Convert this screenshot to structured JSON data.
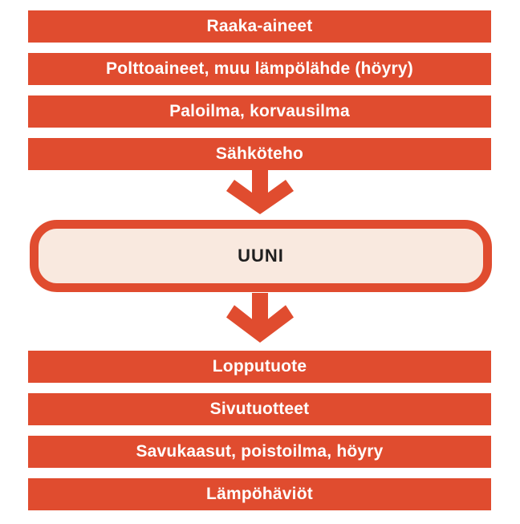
{
  "diagram": {
    "inputs": [
      {
        "label": "Raaka-aineet"
      },
      {
        "label": "Polttoaineet, muu lämpölähde (höyry)"
      },
      {
        "label": "Paloilma, korvausilma"
      },
      {
        "label": "Sähköteho"
      }
    ],
    "process": {
      "label": "UUNI"
    },
    "outputs": [
      {
        "label": "Lopputuote"
      },
      {
        "label": "Sivutuotteet"
      },
      {
        "label": "Savukaasut, poistoilma, höyry"
      },
      {
        "label": "Lämpöhäviöt"
      }
    ],
    "icons": {
      "flow_arrow": "down-arrow"
    },
    "colors": {
      "bar_fill": "#E04C2F",
      "bar_text": "#FFFFFF",
      "process_fill": "#F9E9DF",
      "process_border": "#E04C2F",
      "process_text": "#1F1F1F",
      "arrow": "#E04C2F",
      "background": "#FFFFFF"
    }
  }
}
